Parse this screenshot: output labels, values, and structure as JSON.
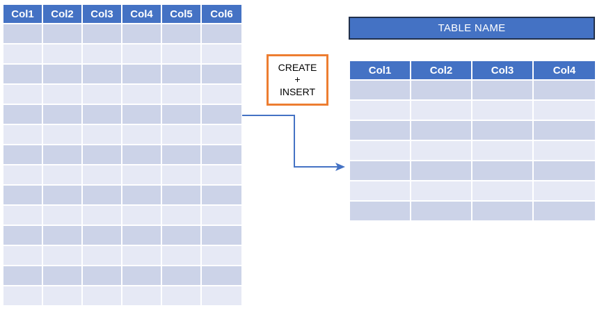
{
  "colors": {
    "header_blue": "#4472c4",
    "row_shade_dark": "#ccd3e8",
    "row_shade_light": "#e6e9f5",
    "accent_orange": "#ed7d31",
    "banner_border": "#21304b",
    "connector_blue": "#4472c4",
    "text_white": "#ffffff",
    "text_black": "#000000",
    "background": "#ffffff"
  },
  "source_table": {
    "name": "source-data-table",
    "columns": [
      "Col1",
      "Col2",
      "Col3",
      "Col4",
      "Col5",
      "Col6"
    ],
    "row_count": 14,
    "rows": [
      [
        "",
        "",
        "",
        "",
        "",
        ""
      ],
      [
        "",
        "",
        "",
        "",
        "",
        ""
      ],
      [
        "",
        "",
        "",
        "",
        "",
        ""
      ],
      [
        "",
        "",
        "",
        "",
        "",
        ""
      ],
      [
        "",
        "",
        "",
        "",
        "",
        ""
      ],
      [
        "",
        "",
        "",
        "",
        "",
        ""
      ],
      [
        "",
        "",
        "",
        "",
        "",
        ""
      ],
      [
        "",
        "",
        "",
        "",
        "",
        ""
      ],
      [
        "",
        "",
        "",
        "",
        "",
        ""
      ],
      [
        "",
        "",
        "",
        "",
        "",
        ""
      ],
      [
        "",
        "",
        "",
        "",
        "",
        ""
      ],
      [
        "",
        "",
        "",
        "",
        "",
        ""
      ],
      [
        "",
        "",
        "",
        "",
        "",
        ""
      ],
      [
        "",
        "",
        "",
        "",
        "",
        ""
      ]
    ]
  },
  "operation": {
    "label": "CREATE + INSERT",
    "lines": [
      "CREATE",
      "+",
      "INSERT"
    ]
  },
  "connector": {
    "label": "create-insert-flow-arrow",
    "arrow_head": "right-arrow-icon"
  },
  "target": {
    "banner_title": "TABLE NAME",
    "table": {
      "name": "target-data-table",
      "columns": [
        "Col1",
        "Col2",
        "Col3",
        "Col4"
      ],
      "row_count": 7,
      "rows": [
        [
          "",
          "",
          "",
          ""
        ],
        [
          "",
          "",
          "",
          ""
        ],
        [
          "",
          "",
          "",
          ""
        ],
        [
          "",
          "",
          "",
          ""
        ],
        [
          "",
          "",
          "",
          ""
        ],
        [
          "",
          "",
          "",
          ""
        ],
        [
          "",
          "",
          "",
          ""
        ]
      ]
    }
  }
}
